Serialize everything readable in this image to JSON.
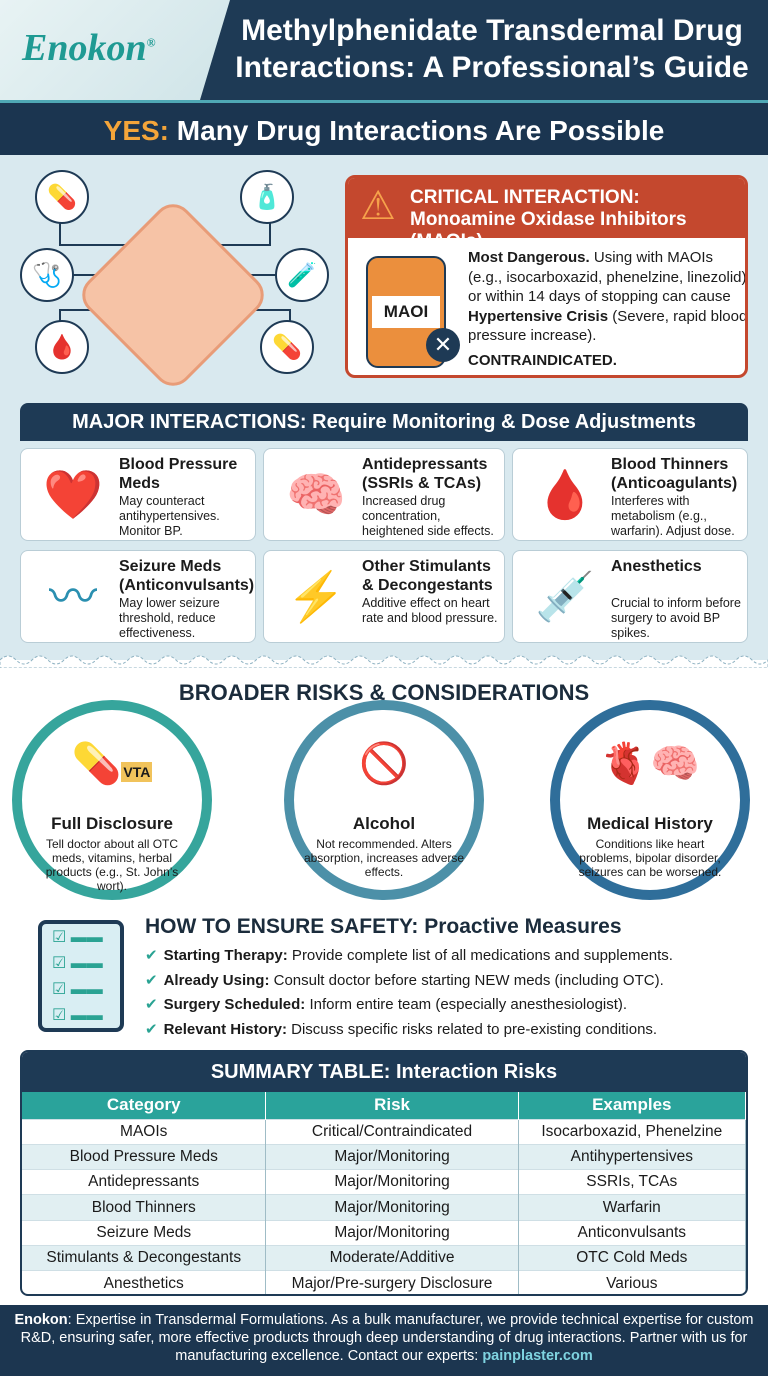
{
  "header": {
    "logo": "Enokon",
    "logo_mark": "®",
    "title_line1": "Methylphenidate Transdermal Drug",
    "title_line2": "Interactions: A Professional’s Guide"
  },
  "banner": {
    "yes": "YES:",
    "text": " Many Drug Interactions Are Possible"
  },
  "critical": {
    "title_line1": "CRITICAL INTERACTION:",
    "title_line2": "Monoamine Oxidase Inhibitors (MAOIs)",
    "bottle_label": "MAOI",
    "lead": "Most Dangerous.",
    "text1": " Using with MAOIs (e.g., isocarboxazid, phenelzine, linezolid) or within 14 days of stopping can cause ",
    "bold2": "Hypertensive Crisis",
    "text2": " (Severe, rapid blood pressure increase).",
    "verdict": "CONTRAINDICATED."
  },
  "major": {
    "heading": "MAJOR INTERACTIONS: Require Monitoring & Dose Adjustments",
    "cards": [
      {
        "title": "Blood Pressure Meds",
        "desc": "May counteract antihypertensives. Monitor BP.",
        "icon": "heart-gauge-icon"
      },
      {
        "title": "Antidepressants (SSRIs & TCAs)",
        "desc": "Increased drug concentration, heightened side effects.",
        "icon": "brain-pill-icon"
      },
      {
        "title": "Blood Thinners (Anticoagulants)",
        "desc": "Interferes with metabolism (e.g., warfarin). Adjust dose.",
        "icon": "blood-drop-icon"
      },
      {
        "title": "Seizure Meds (Anticonvulsants)",
        "desc": "May lower seizure threshold, reduce effectiveness.",
        "icon": "pulse-wave-icon"
      },
      {
        "title": "Other Stimulants & Decongestants",
        "desc": "Additive effect on heart rate and blood pressure.",
        "icon": "nasal-spray-icon"
      },
      {
        "title": "Anesthetics",
        "desc": "Crucial to inform before surgery to avoid BP spikes.",
        "icon": "mask-syringe-icon"
      }
    ]
  },
  "broader": {
    "heading": "BROADER RISKS & CONSIDERATIONS",
    "items": [
      {
        "title": "Full Disclosure",
        "desc": "Tell doctor about all OTC meds, vitamins, herbal products (e.g., St. John’s wort).",
        "label": "VTA"
      },
      {
        "title": "Alcohol",
        "desc": "Not recommended. Alters absorption, increases adverse effects."
      },
      {
        "title": "Medical History",
        "desc": "Conditions like heart problems, bipolar disorder, seizures can be worsened."
      }
    ]
  },
  "safety": {
    "heading": "HOW TO ENSURE SAFETY: Proactive Measures",
    "items": [
      {
        "label": "Starting Therapy:",
        "text": " Provide complete list of all medications and supplements."
      },
      {
        "label": "Already Using:",
        "text": " Consult doctor before starting NEW meds (including OTC)."
      },
      {
        "label": "Surgery Scheduled:",
        "text": " Inform entire team (especially anesthesiologist)."
      },
      {
        "label": "Relevant History:",
        "text": " Discuss specific risks related to pre-existing conditions."
      }
    ]
  },
  "table": {
    "title": "SUMMARY TABLE: Interaction Risks",
    "columns": [
      "Category",
      "Risk",
      "Examples"
    ],
    "rows": [
      [
        "MAOIs",
        "Critical/Contraindicated",
        "Isocarboxazid, Phenelzine"
      ],
      [
        "Blood Pressure Meds",
        "Major/Monitoring",
        "Antihypertensives"
      ],
      [
        "Antidepressants",
        "Major/Monitoring",
        "SSRIs, TCAs"
      ],
      [
        "Blood Thinners",
        "Major/Monitoring",
        "Warfarin"
      ],
      [
        "Seizure Meds",
        "Major/Monitoring",
        "Anticonvulsants"
      ],
      [
        "Stimulants & Decongestants",
        "Moderate/Additive",
        "OTC Cold Meds"
      ],
      [
        "Anesthetics",
        "Major/Pre-surgery Disclosure",
        "Various"
      ]
    ]
  },
  "footer": {
    "brand": "Enokon",
    "text": ": Expertise in Transdermal Formulations. As a bulk manufacturer, we provide technical expertise for custom R&D, ensuring safer, more effective products through deep understanding of drug interactions. Partner with us for manufacturing excellence. Contact our experts: ",
    "link": "painplaster.com"
  },
  "colors": {
    "navy": "#1e3a55",
    "teal": "#2aa39b",
    "critical": "#c4482e",
    "accent": "#f4a53a"
  }
}
